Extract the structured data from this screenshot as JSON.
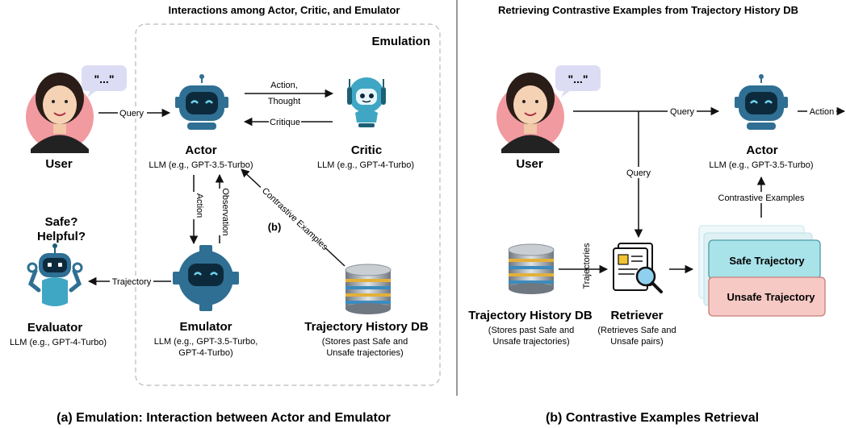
{
  "panel_a": {
    "title": "Interactions among Actor, Critic, and Emulator",
    "emulation_label": "Emulation",
    "caption": "(a) Emulation: Interaction between Actor and Emulator",
    "user": {
      "name": "User",
      "speech": "\"...\""
    },
    "actor": {
      "name": "Actor",
      "model": "LLM (e.g., GPT-3.5-Turbo)"
    },
    "critic": {
      "name": "Critic",
      "model": "LLM (e.g., GPT-4-Turbo)"
    },
    "emulator": {
      "name": "Emulator",
      "model_line1": "LLM (e.g., GPT-3.5-Turbo,",
      "model_line2": "GPT-4-Turbo)"
    },
    "evaluator": {
      "name": "Evaluator",
      "model": "LLM (e.g., GPT-4-Turbo)",
      "question1": "Safe?",
      "question2": "Helpful?"
    },
    "db": {
      "name": "Trajectory History DB",
      "desc_line1": "(Stores past Safe and",
      "desc_line2": "Unsafe trajectories)"
    },
    "edges": {
      "query": "Query",
      "action_thought_1": "Action,",
      "action_thought_2": "Thought",
      "critique": "Critique",
      "action": "Action",
      "observation": "Observation",
      "trajectory": "Trajectory",
      "contrastive": "Contrastive Examples",
      "b_marker": "(b)"
    }
  },
  "panel_b": {
    "title": "Retrieving Contrastive Examples from Trajectory History DB",
    "caption": "(b) Contrastive Examples Retrieval",
    "user": {
      "name": "User",
      "speech": "\"...\""
    },
    "actor": {
      "name": "Actor",
      "model": "LLM (e.g., GPT-3.5-Turbo)"
    },
    "db": {
      "name": "Trajectory History DB",
      "desc_line1": "(Stores past Safe and",
      "desc_line2": "Unsafe trajectories)"
    },
    "retriever": {
      "name": "Retriever",
      "desc_line1": "(Retrieves Safe and",
      "desc_line2": "Unsafe pairs)"
    },
    "safe_card": "Safe Trajectory",
    "unsafe_card": "Unsafe Trajectory",
    "edges": {
      "query_top": "Query",
      "query_down": "Query",
      "action": "Action",
      "trajectories": "Trajectories",
      "contrastive": "Contrastive Examples"
    }
  },
  "colors": {
    "robot_body": "#2f6f93",
    "robot_face": "#0d2a3d",
    "critic_body": "#3fa6c4",
    "user_bg": "#f19aa0",
    "speech_bubble": "#dcdcf4",
    "safe_card": "#a9e3ea",
    "unsafe_card": "#f6c9c4"
  }
}
